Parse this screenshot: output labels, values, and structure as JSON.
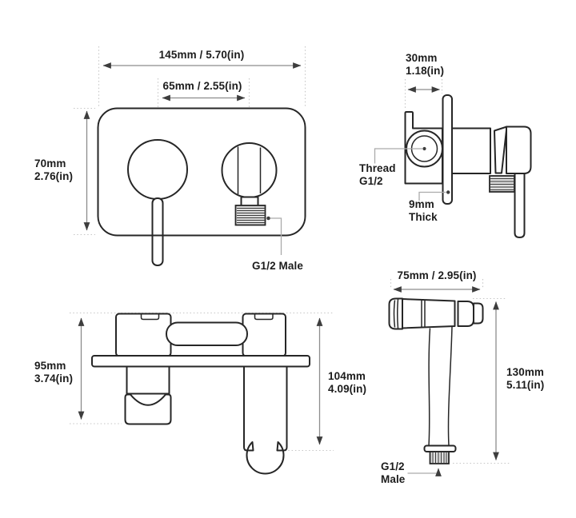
{
  "title": "Faucet and bidet sprayer dimension diagram",
  "colors": {
    "background": "#ffffff",
    "outline": "#262626",
    "dimension_line": "#8c8c8c",
    "dotted_extension": "#c6c6c6",
    "metal_fill": "#dcdcdc",
    "text": "#1c1c1c"
  },
  "front_view": {
    "width_dim": "145mm / 5.70(in)",
    "handle_spacing_dim": "65mm / 2.55(in)",
    "height_dim": "70mm\n2.76(in)",
    "outlet_label": "G1/2 Male"
  },
  "side_view": {
    "depth_dim": "30mm\n1.18(in)",
    "thread_label": "Thread\nG1/2",
    "plate_label": "9mm\nThick"
  },
  "top_view": {
    "handle_height_dim": "95mm\n3.74(in)",
    "holder_height_dim": "104mm\n4.09(in)"
  },
  "sprayer_view": {
    "head_width_dim": "75mm / 2.95(in)",
    "height_dim": "130mm\n5.11(in)",
    "outlet_label": "G1/2\nMale"
  }
}
